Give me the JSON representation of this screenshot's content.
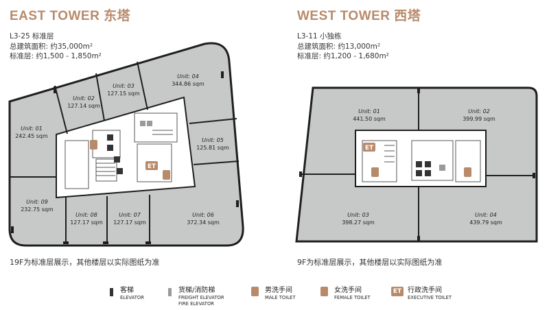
{
  "east": {
    "title": "EAST TOWER 东塔",
    "floors": "L3-25 标准层",
    "gfa": "总建筑面积: 约35,000m²",
    "standard_floor": "标准层: 约1,500 - 1,850m²",
    "note": "19F为标准层展示，其他楼层以实际图纸为准",
    "units": [
      {
        "name": "Unit: 01",
        "area": "242.45 sqm"
      },
      {
        "name": "Unit: 02",
        "area": "127.14 sqm"
      },
      {
        "name": "Unit: 03",
        "area": "127.15 sqm"
      },
      {
        "name": "Unit: 04",
        "area": "344.86 sqm"
      },
      {
        "name": "Unit: 05",
        "area": "125.81 sqm"
      },
      {
        "name": "Unit: 06",
        "area": "372.34 sqm"
      },
      {
        "name": "Unit: 07",
        "area": "127.17 sqm"
      },
      {
        "name": "Unit: 08",
        "area": "127.17 sqm"
      },
      {
        "name": "Unit: 09",
        "area": "232.75 sqm"
      }
    ]
  },
  "west": {
    "title": "WEST TOWER 西塔",
    "floors": "L3-11 小独栋",
    "gfa": "总建筑面积: 约13,000m²",
    "standard_floor": "标准层: 约1,200 - 1,680m²",
    "note": "9F为标准层展示，其他楼层以实际图纸为准",
    "units": [
      {
        "name": "Unit: 01",
        "area": "441.50 sqm"
      },
      {
        "name": "Unit: 02",
        "area": "399.99 sqm"
      },
      {
        "name": "Unit: 03",
        "area": "398.27 sqm"
      },
      {
        "name": "Unit: 04",
        "area": "439.79 sqm"
      }
    ]
  },
  "legend": [
    {
      "cn": "客梯",
      "en": "ELEVATOR",
      "en2": "",
      "icon": "elevator-icon",
      "color": "#333333"
    },
    {
      "cn": "货梯/消防梯",
      "en": "FREIGHT ELEVATOR",
      "en2": "FIRE ELEVATOR",
      "icon": "freight-elevator-icon",
      "color": "#9a9a9a"
    },
    {
      "cn": "男洗手间",
      "en": "MALE TOILET",
      "en2": "",
      "icon": "male-toilet-icon",
      "color": "#b88a6a"
    },
    {
      "cn": "女洗手间",
      "en": "FEMALE TOILET",
      "en2": "",
      "icon": "female-toilet-icon",
      "color": "#b88a6a"
    },
    {
      "cn": "行政洗手间",
      "en": "EXECUTIVE TOILET",
      "en2": "",
      "icon": "executive-toilet-icon",
      "color": "#b88a6a",
      "badge": "ET"
    }
  ],
  "colors": {
    "accent": "#b88a6a",
    "floor": "#c7c8c8",
    "wall": "#1e1e1e",
    "core": "#ffffff"
  }
}
